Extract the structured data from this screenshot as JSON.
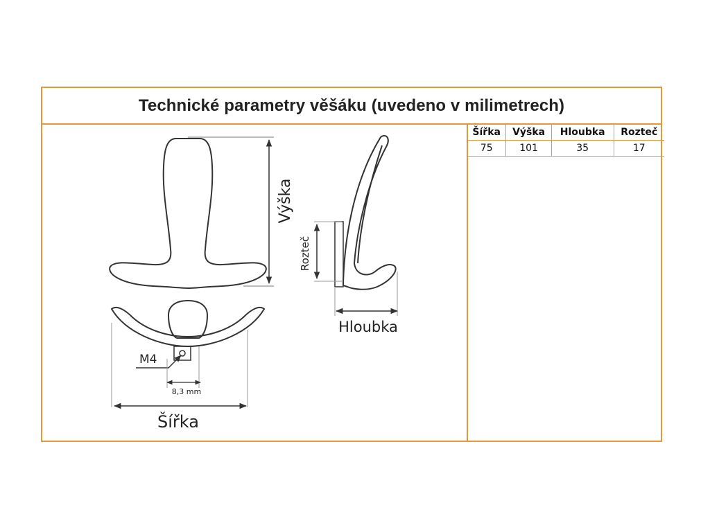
{
  "title": "Technické parametry věšáku (uvedeno v milimetrech)",
  "table": {
    "headers": [
      "Šířka",
      "Výška",
      "Hloubka",
      "Rozteč"
    ],
    "values": [
      "75",
      "101",
      "35",
      "17"
    ]
  },
  "drawing_labels": {
    "height": "Výška",
    "width": "Šířka",
    "depth": "Hloubka",
    "spacing": "Rozteč",
    "thread": "M4",
    "hole_spacing": "8,3 mm"
  },
  "colors": {
    "frame_border": "#E8963A",
    "line": "#333333"
  }
}
